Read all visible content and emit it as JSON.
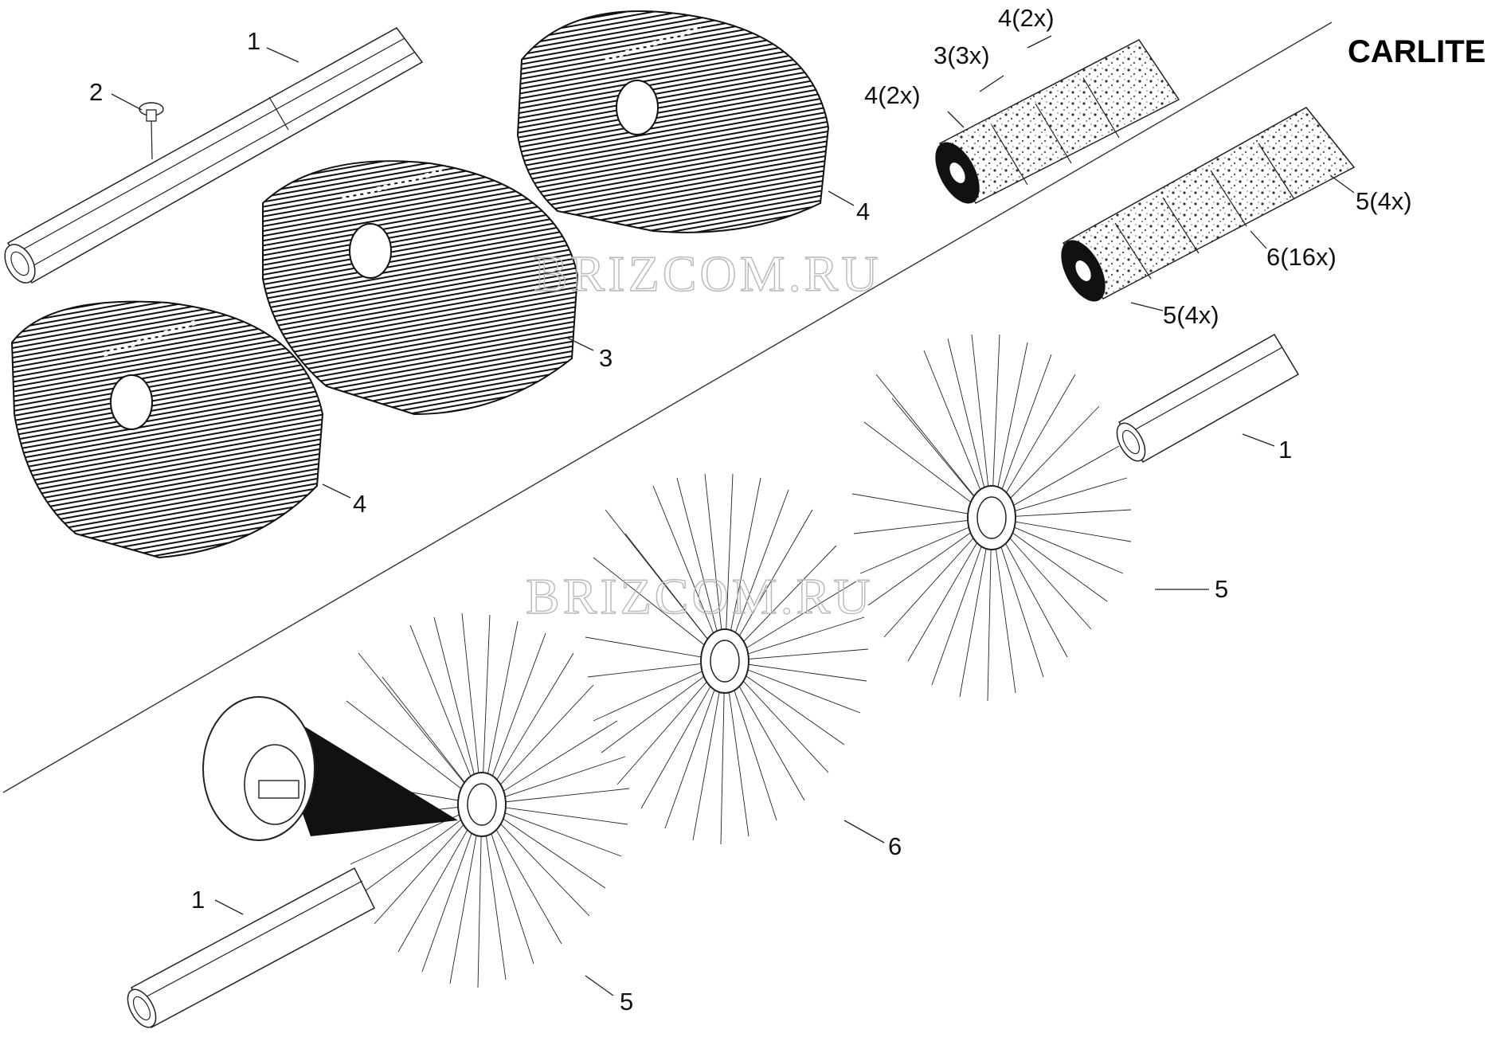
{
  "brand_label": "CARLITE",
  "watermark": "BRIZCOM.RU",
  "callouts": {
    "c1_top": "1",
    "c2_screw": "2",
    "c3_segment": "3",
    "c4_right": "4",
    "c4_left": "4",
    "roller_a_4_upper": "4(2x)",
    "roller_a_3": "3(3x)",
    "roller_a_4_lower": "4(2x)",
    "roller_b_5_upper": "5(4x)",
    "roller_b_6": "6(16x)",
    "roller_b_5_lower": "5(4x)",
    "c1_right": "1",
    "c5_right": "5",
    "c6_mid": "6",
    "c1_bottom": "1",
    "c5_bottom": "5"
  }
}
